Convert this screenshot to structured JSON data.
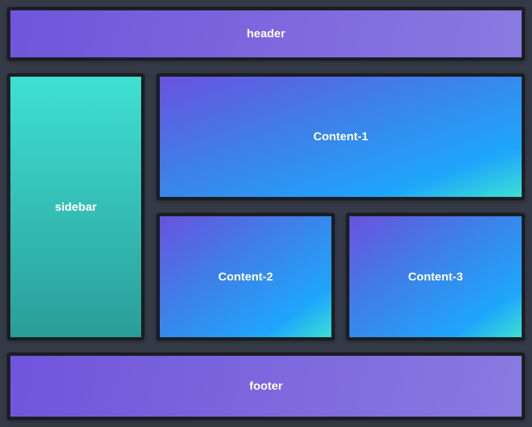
{
  "header": {
    "label": "header"
  },
  "sidebar": {
    "label": "sidebar"
  },
  "content": [
    {
      "label": "Content-1"
    },
    {
      "label": "Content-2"
    },
    {
      "label": "Content-3"
    }
  ],
  "footer": {
    "label": "footer"
  },
  "colors": {
    "background": "#343a46",
    "border": "#1b1d22",
    "purple_start": "#6f55db",
    "purple_end": "#8a7ae0",
    "teal_top": "#3fe0d4",
    "teal_bottom": "#2a9e98",
    "blue": "#1ea6fb",
    "text": "#ffffff"
  }
}
